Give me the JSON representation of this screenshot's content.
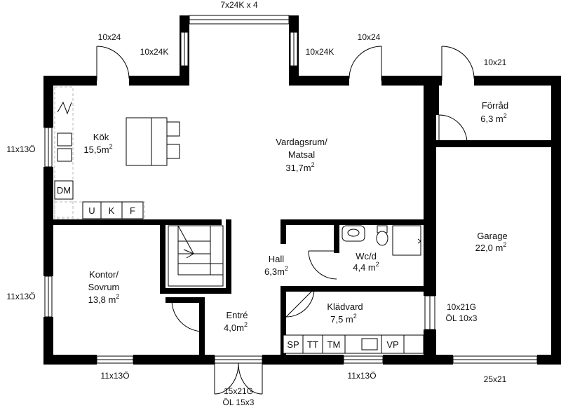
{
  "rooms": [
    {
      "id": "kok",
      "name": "Kök",
      "area": "15,5m",
      "sup": "2"
    },
    {
      "id": "vardagsrum",
      "name1": "Vardagsrum/",
      "name2": "Matsal",
      "area": "31,7m",
      "sup": "2"
    },
    {
      "id": "forrad",
      "name": "Förråd",
      "area": "6,3 m",
      "sup": "2"
    },
    {
      "id": "garage",
      "name": "Garage",
      "area": "22,0 m",
      "sup": "2"
    },
    {
      "id": "hall",
      "name": "Hall",
      "area": "6,3m",
      "sup": "2"
    },
    {
      "id": "wc",
      "name": "Wc/d",
      "area": "4,4 m",
      "sup": "2"
    },
    {
      "id": "kontor",
      "name1": "Kontor/",
      "name2": "Sovrum",
      "area": "13,8 m",
      "sup": "2"
    },
    {
      "id": "kladvard",
      "name": "Klädvard",
      "area": "7,5 m",
      "sup": "2"
    },
    {
      "id": "entre",
      "name": "Entré",
      "area": "4,0m",
      "sup": "2"
    }
  ],
  "dimensions": {
    "bay_top": "7x24K x 4",
    "door_kok": "10x24",
    "bay_left": "10x24K",
    "bay_right": "10x24K",
    "door_living": "10x24",
    "door_forrad": "10x21",
    "win_kok": "11x13Ö",
    "win_kontor": "11x13Ö",
    "win_bottom_left": "11x13Ö",
    "win_bottom_mid": "11x13Ö",
    "entrance_1": "15x21G",
    "entrance_2": "ÖL 15x3",
    "garage_side_1": "10x21G",
    "garage_side_2": "ÖL 10x3",
    "garage_door": "25x21"
  },
  "kitchen_units": {
    "dm": "DM",
    "u": "U",
    "k": "K",
    "f": "F"
  },
  "closet_units": {
    "sp": "SP",
    "tt": "TT",
    "tm": "TM",
    "vp": "VP"
  }
}
